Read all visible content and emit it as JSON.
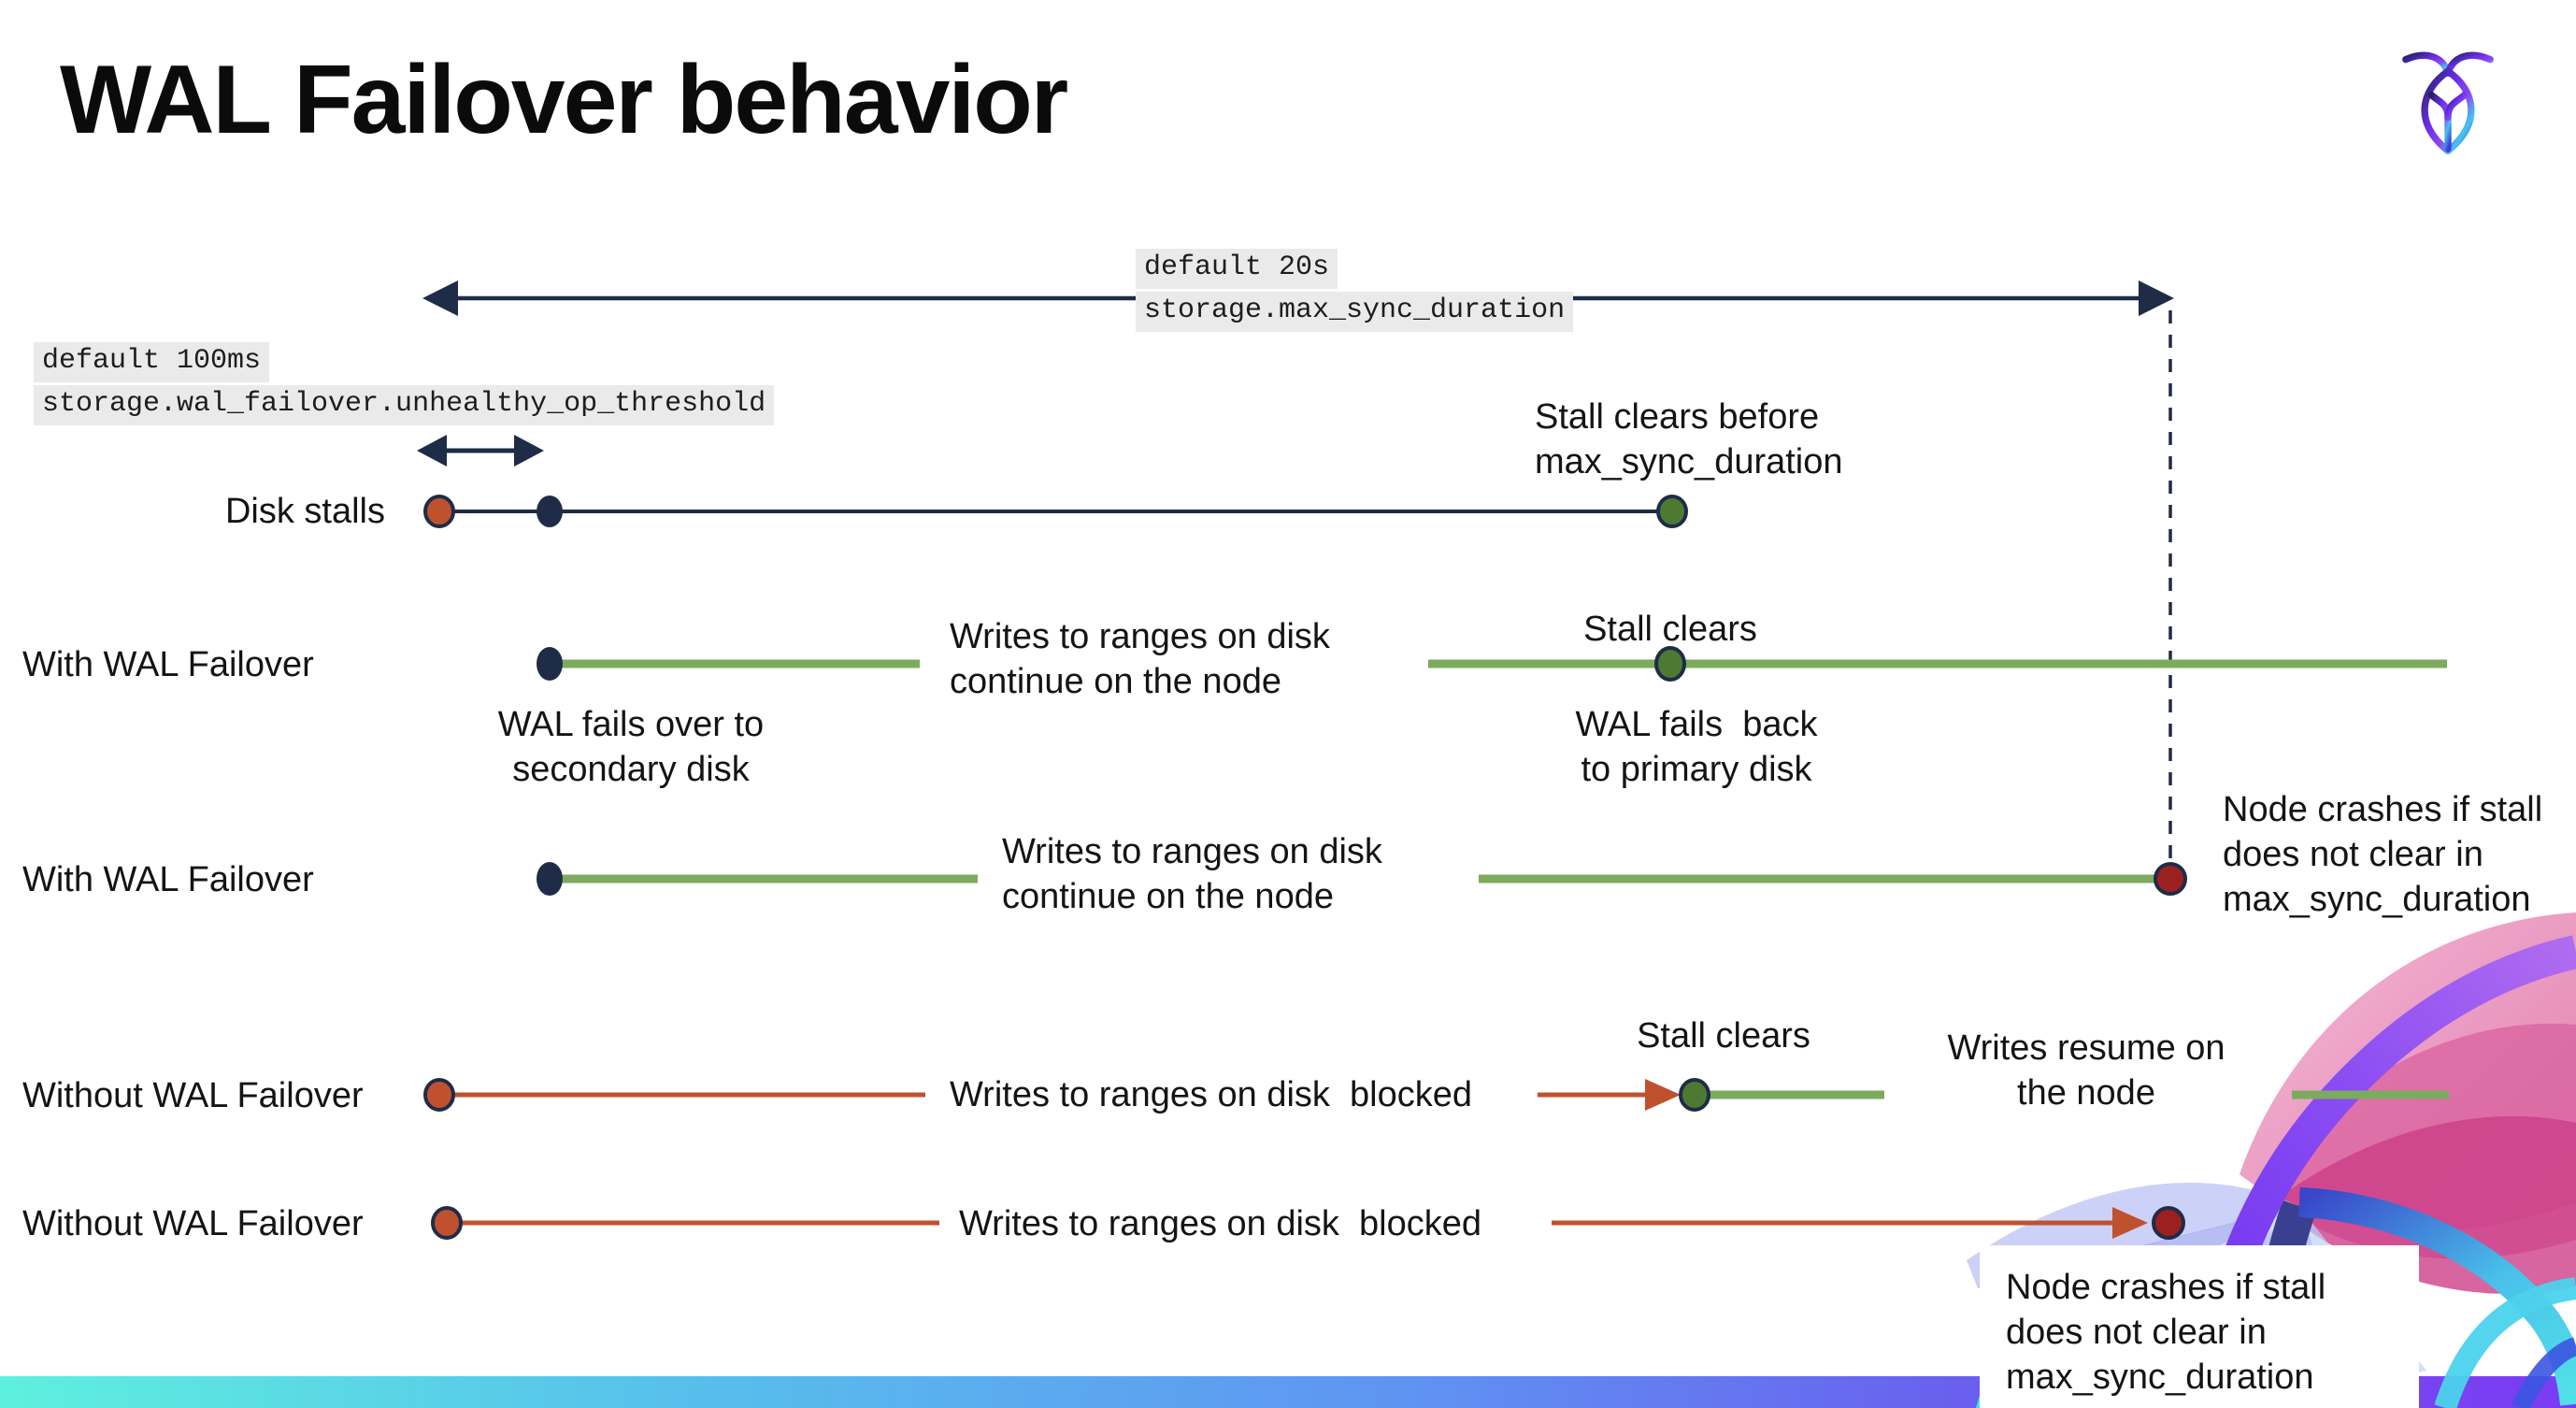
{
  "title": "WAL Failover behavior",
  "logo": {
    "name": "cockroachdb-logo"
  },
  "settings": {
    "max_sync_duration": {
      "default_label": "default 20s",
      "setting_name": "storage.max_sync_duration"
    },
    "unhealthy_op_threshold": {
      "default_label": "default 100ms",
      "setting_name": "storage.wal_failover.unhealthy_op_threshold"
    }
  },
  "rows": [
    {
      "label": "Disk stalls",
      "events": {
        "stall_clears": "Stall clears before\nmax_sync_duration"
      }
    },
    {
      "label": "With WAL Failover",
      "events": {
        "failover": "WAL fails over to\nsecondary disk",
        "writes": "Writes to ranges on disk\ncontinue on the node",
        "stall_clears": "Stall clears",
        "failback": "WAL fails  back\nto primary disk"
      }
    },
    {
      "label": "With WAL Failover",
      "events": {
        "writes": "Writes to ranges on disk\ncontinue on the node",
        "crash": "Node crashes if stall\ndoes not clear in\nmax_sync_duration"
      }
    },
    {
      "label": "Without WAL Failover",
      "events": {
        "writes": "Writes to ranges on disk  blocked",
        "stall_clears": "Stall clears",
        "resume": "Writes resume on\nthe node"
      }
    },
    {
      "label": "Without WAL Failover",
      "events": {
        "writes": "Writes to ranges on disk  blocked",
        "crash": "Node crashes if stall\ndoes not clear in\nmax_sync_duration"
      }
    }
  ],
  "colors": {
    "navy": "#1f2c47",
    "green_line": "#7cab5e",
    "green_dot": "#4d7a33",
    "rust_red": "#c0512f",
    "dark_red": "#9c2020",
    "code_label_bg": "#eaeaea",
    "footer_gradient": [
      "#5ef0de",
      "#57c0ec",
      "#5f93f2",
      "#6a5bee",
      "#7b3bf2"
    ]
  }
}
